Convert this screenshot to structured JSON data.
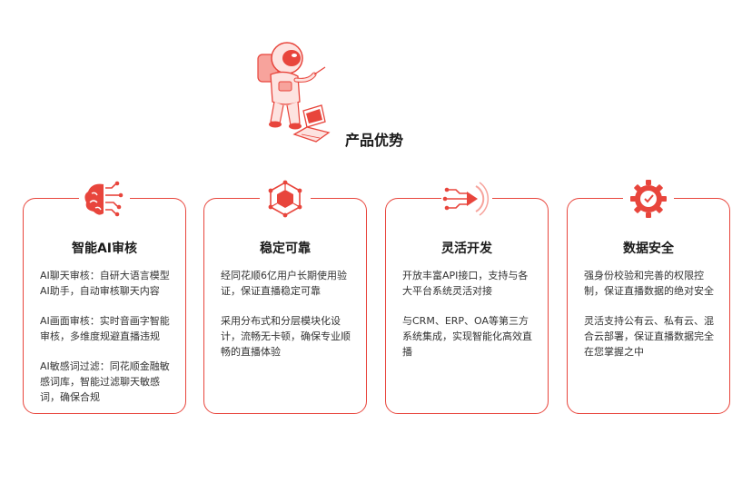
{
  "section": {
    "title": "产品优势"
  },
  "cards": [
    {
      "title": "智能AI审核",
      "icon": "brain-circuit-icon",
      "paragraphs": [
        "AI聊天审核：自研大语言模型AI助手，自动审核聊天内容",
        "AI画面审核：实时音画字智能审核，多维度规避直播违规",
        "AI敏感词过滤：同花顺金融敏感词库，智能过滤聊天敏感词，确保合规"
      ]
    },
    {
      "title": "稳定可靠",
      "icon": "cube-network-icon",
      "paragraphs": [
        "经同花顺6亿用户长期使用验证，保证直播稳定可靠",
        "采用分布式和分层模块化设计，流畅无卡顿，确保专业顺畅的直播体验"
      ]
    },
    {
      "title": "灵活开发",
      "icon": "circuit-arrow-icon",
      "paragraphs": [
        "开放丰富API接口，支持与各大平台系统灵活对接",
        "与CRM、ERP、OA等第三方系统集成，实现智能化高效直播"
      ]
    },
    {
      "title": "数据安全",
      "icon": "shield-gear-icon",
      "paragraphs": [
        "强身份校验和完善的权限控制，保证直播数据的绝对安全",
        "灵活支持公有云、私有云、混合云部署，保证直播数据完全在您掌握之中"
      ]
    }
  ],
  "colors": {
    "accent": "#e8453c",
    "accent_light": "#f7a39c"
  }
}
